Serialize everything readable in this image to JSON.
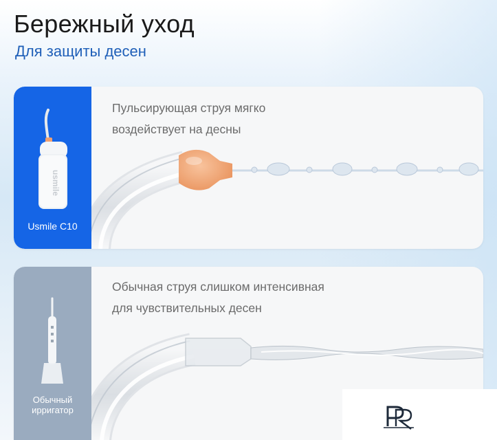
{
  "header": {
    "title": "Бережный уход",
    "subtitle": "Для защиты десен"
  },
  "cards": [
    {
      "product_label": "Usmile C10",
      "device_brand": "usmile",
      "caption_lines": [
        "Пульсирующая струя мягко",
        "воздействует на десны"
      ],
      "accent_color": "#1565e6",
      "tip_color": "#f2a677"
    },
    {
      "product_label_lines": [
        "Обычный",
        "ирригатор"
      ],
      "caption_lines": [
        "Обычная струя слишком интенсивная",
        "для чувствительных десен"
      ],
      "accent_color": "#9aabbf"
    }
  ],
  "colors": {
    "title": "#1a1a1a",
    "subtitle": "#1f5fb8",
    "caption": "#6b6b6b"
  }
}
